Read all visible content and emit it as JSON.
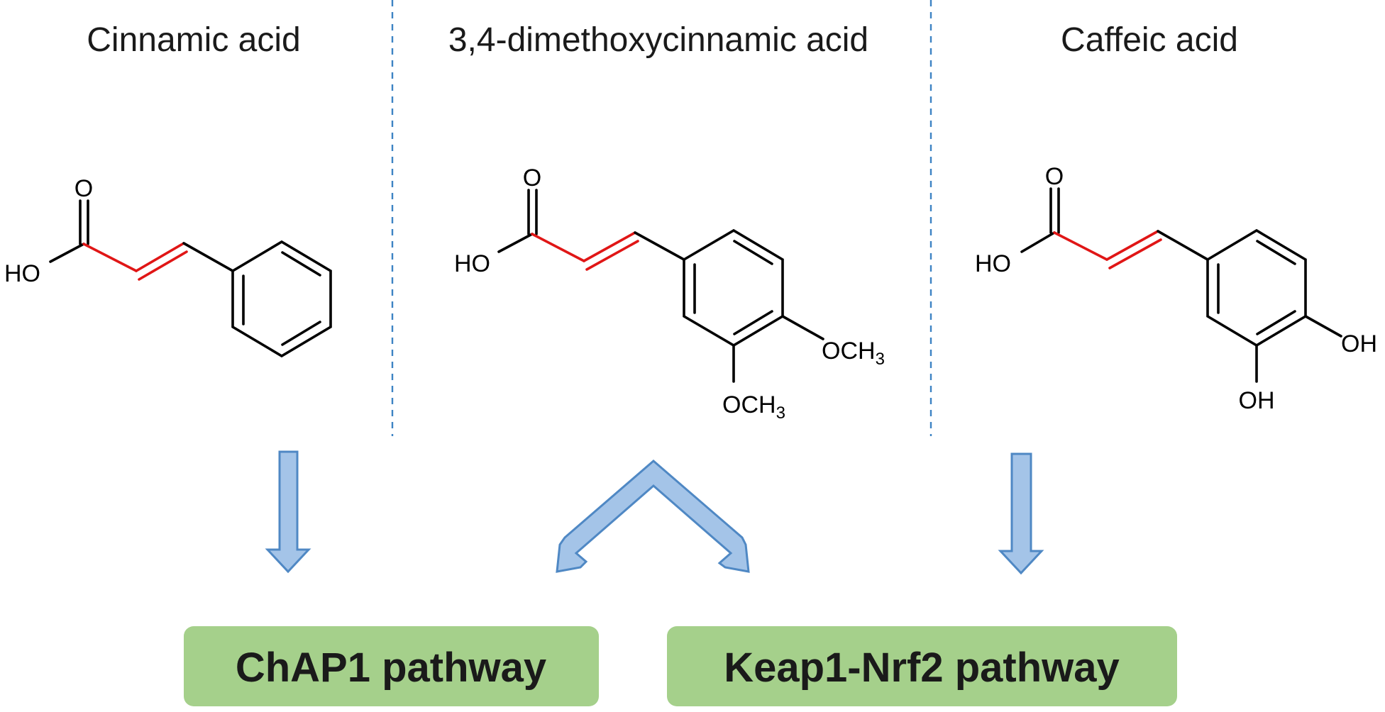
{
  "compounds": [
    {
      "name": "Cinnamic acid",
      "substituents": []
    },
    {
      "name": "3,4-dimethoxycinnamic acid",
      "substituents": [
        "OCH3",
        "OCH3"
      ]
    },
    {
      "name": "Caffeic acid",
      "substituents": [
        "OH",
        "OH"
      ]
    }
  ],
  "atoms": {
    "hydroxyl_left": "HO",
    "carbonyl_oxygen": "O",
    "methoxy_group": "OCH",
    "methoxy_subscript": "3",
    "hydroxyl": "OH"
  },
  "pathways": [
    {
      "label": "ChAP1 pathway"
    },
    {
      "label": "Keap1-Nrf2 pathway"
    }
  ],
  "colors": {
    "highlight_bond": "#e01616",
    "divider": "#3d83c4",
    "arrow_fill": "#a4c4e8",
    "arrow_stroke": "#4f88c4",
    "pathway_box": "#a5d08b"
  }
}
